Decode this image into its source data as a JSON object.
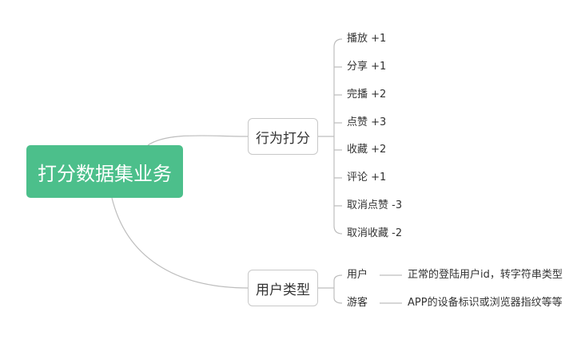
{
  "root": {
    "label": "打分数据集业务",
    "color": "#4cbf8b"
  },
  "branches": [
    {
      "label": "行为打分",
      "children": [
        {
          "label": "播放 +1"
        },
        {
          "label": "分享 +1"
        },
        {
          "label": "完播 +2"
        },
        {
          "label": "点赞 +3"
        },
        {
          "label": "收藏 +2"
        },
        {
          "label": "评论 +1"
        },
        {
          "label": "取消点赞 -3"
        },
        {
          "label": "取消收藏 -2"
        }
      ]
    },
    {
      "label": "用户类型",
      "children": [
        {
          "label": "用户",
          "note": "正常的登陆用户id，转字符串类型"
        },
        {
          "label": "游客",
          "note": "APP的设备标识或浏览器指纹等等"
        }
      ]
    }
  ]
}
